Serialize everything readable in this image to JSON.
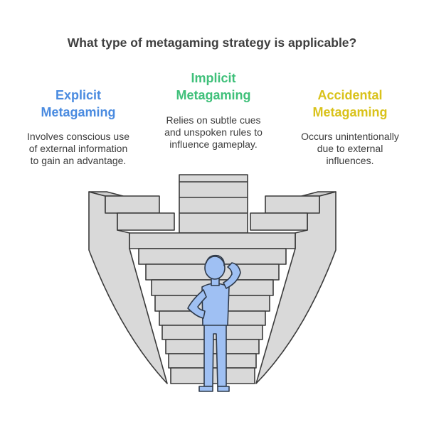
{
  "title": "What type of metagaming strategy is applicable?",
  "colors": {
    "explicit": "#4a8be0",
    "implicit": "#3fc07a",
    "accidental": "#d9c21a",
    "stone": "#d9d9d9",
    "stone_outline": "#3a3a3a",
    "person": "#9fc0f3"
  },
  "options": [
    {
      "heading_lines": [
        "Explicit",
        "Metagaming"
      ],
      "description_lines": [
        "Involves conscious use",
        "of external information",
        "to gain an advantage."
      ]
    },
    {
      "heading_lines": [
        "Implicit",
        "Metagaming"
      ],
      "description_lines": [
        "Relies on subtle cues",
        "and unspoken rules to",
        "influence gameplay."
      ]
    },
    {
      "heading_lines": [
        "Accidental",
        "Metagaming"
      ],
      "description_lines": [
        "Occurs unintentionally",
        "due to external",
        "influences."
      ]
    }
  ]
}
